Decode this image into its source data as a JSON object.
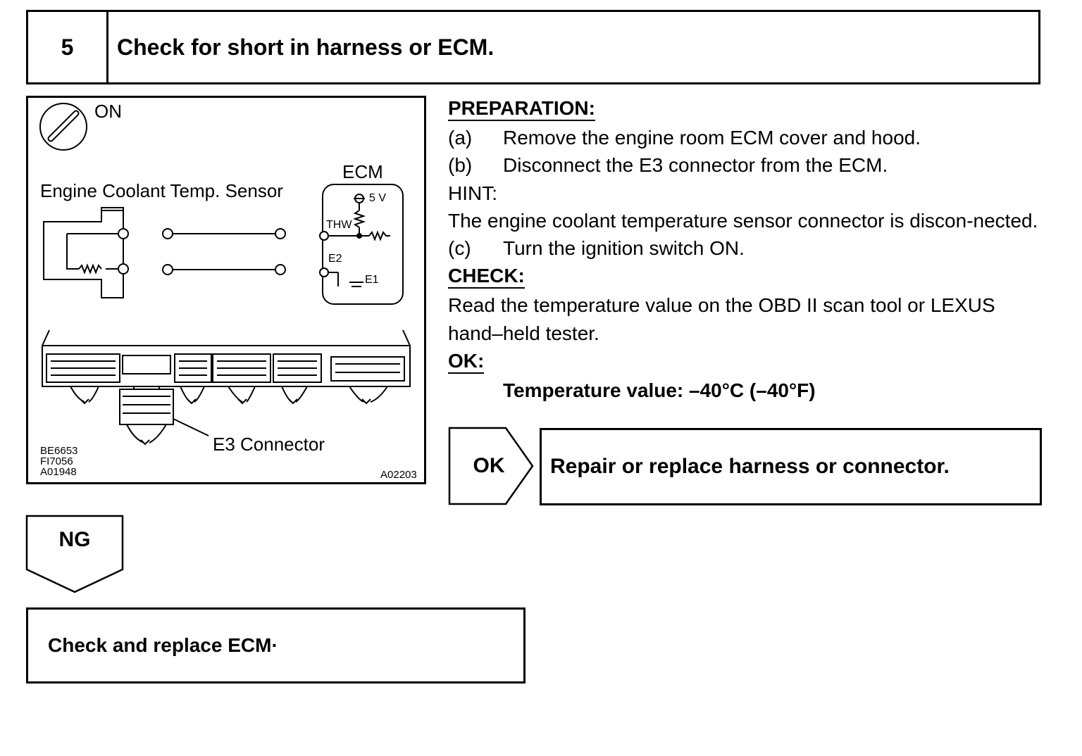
{
  "header": {
    "step_number": "5",
    "title": "Check for short in harness or ECM."
  },
  "diagram": {
    "ignition_label": "ON",
    "sensor_label": "Engine Coolant Temp. Sensor",
    "ecm_label": "ECM",
    "voltage_label": "5 V",
    "thw_label": "THW",
    "e2_label": "E2",
    "e1_label": "E1",
    "connector_label": "E3 Connector",
    "figure_codes": [
      "BE6653",
      "FI7056",
      "A01948"
    ],
    "figure_id": "A02203"
  },
  "instructions": {
    "preparation_heading": "PREPARATION:",
    "preparation_steps": [
      {
        "letter": "(a)",
        "text": "Remove the engine room ECM cover and hood."
      },
      {
        "letter": "(b)",
        "text": "Disconnect the E3 connector from the ECM."
      }
    ],
    "hint_heading": "HINT:",
    "hint_text": "The engine coolant temperature sensor connector is discon-nected.",
    "step_c": {
      "letter": "(c)",
      "text": "Turn the ignition switch ON."
    },
    "check_heading": "CHECK:",
    "check_text": "Read the temperature value on the OBD II scan tool or LEXUS hand–held tester.",
    "ok_heading": "OK:",
    "ok_spec": "Temperature value: –40°C (–40°F)"
  },
  "ok_branch": {
    "label": "OK",
    "action": "Repair or replace harness or connector."
  },
  "ng_branch": {
    "label": "NG",
    "action": "Check and replace ECM·"
  }
}
